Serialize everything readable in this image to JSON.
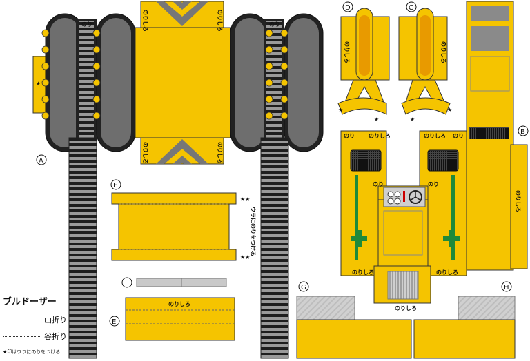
{
  "title": "ブルドーザー",
  "legend": {
    "mountain_fold": "山折り",
    "valley_fold": "谷折り",
    "note": "★印はウラにのりをつける"
  },
  "part_labels": {
    "A": "A",
    "B": "B",
    "C": "C",
    "D": "D",
    "E": "E",
    "F": "F",
    "G": "G",
    "H": "H",
    "I": "I"
  },
  "tab_labels": {
    "nori": "のり",
    "norishiro": "のりしろ"
  },
  "side_note": "ウラにのりをつける",
  "colors": {
    "body_yellow": "#f5c400",
    "outline": "#333333",
    "track_gray": "#6e6e6e",
    "tread_black": "#222222",
    "cross_green": "#1f8a3a",
    "stripe_gray": "#8a8a8a"
  }
}
